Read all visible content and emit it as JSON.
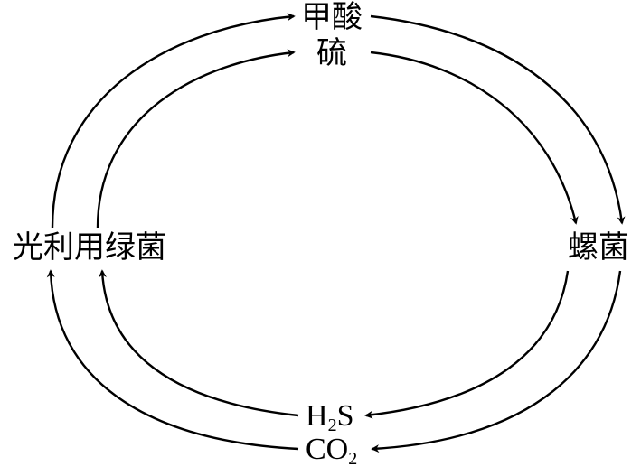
{
  "nodes": {
    "top_outer": "甲酸",
    "top_inner": "硫",
    "left": "光利用绿菌",
    "right": "螺菌",
    "h2s": {
      "main": "H",
      "sub": "2",
      "tail": "S"
    },
    "co2": {
      "main": "CO",
      "sub": "2"
    }
  },
  "colors": {
    "line": "#000000",
    "text": "#000000",
    "background": "#ffffff"
  }
}
